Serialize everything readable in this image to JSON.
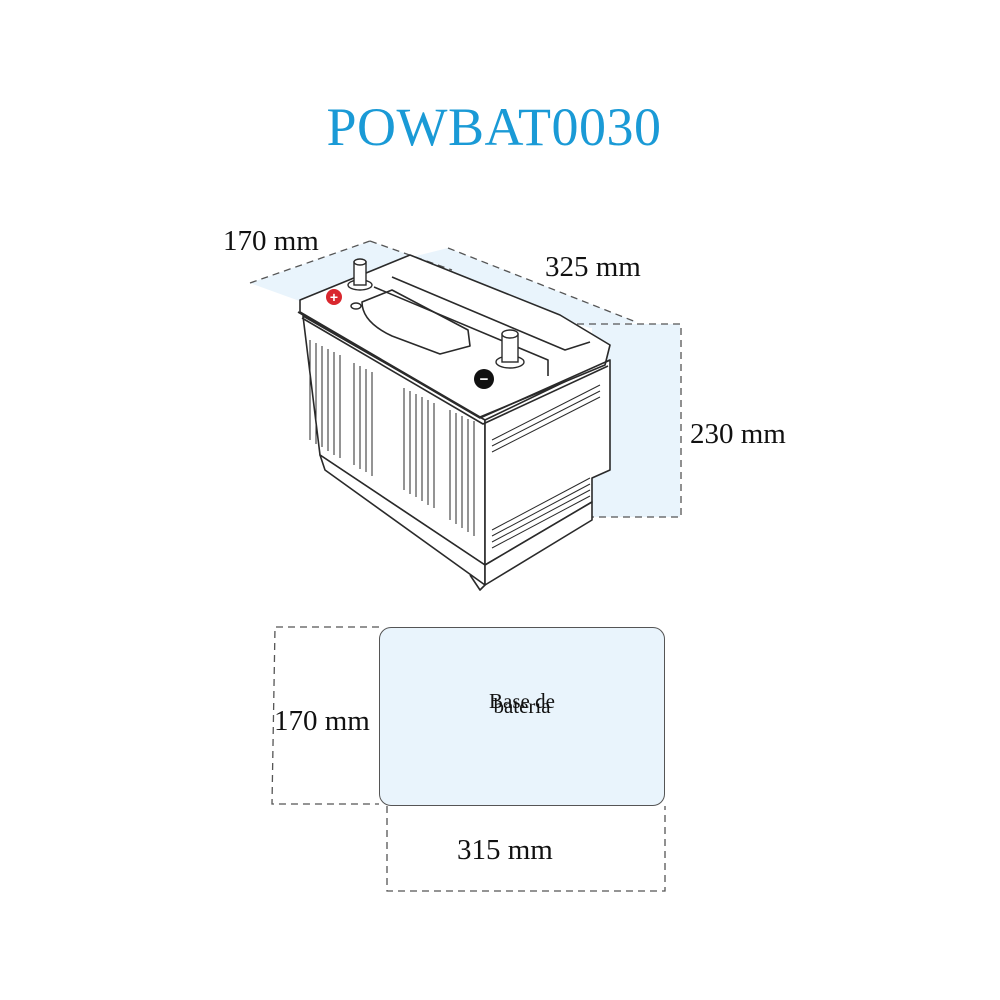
{
  "title": "POWBAT0030",
  "dimensions": {
    "top_width": "170 mm",
    "length": "325 mm",
    "height": "230 mm",
    "base_width": "170 mm",
    "base_length": "315 mm"
  },
  "base_label": {
    "line1": "Base de",
    "line2": "batería"
  },
  "terminals": {
    "positive_symbol": "+",
    "negative_symbol": "−"
  },
  "colors": {
    "accent": "#1a9ad6",
    "shade": "#e9f4fc",
    "positive": "#d9272e",
    "negative": "#111111"
  }
}
